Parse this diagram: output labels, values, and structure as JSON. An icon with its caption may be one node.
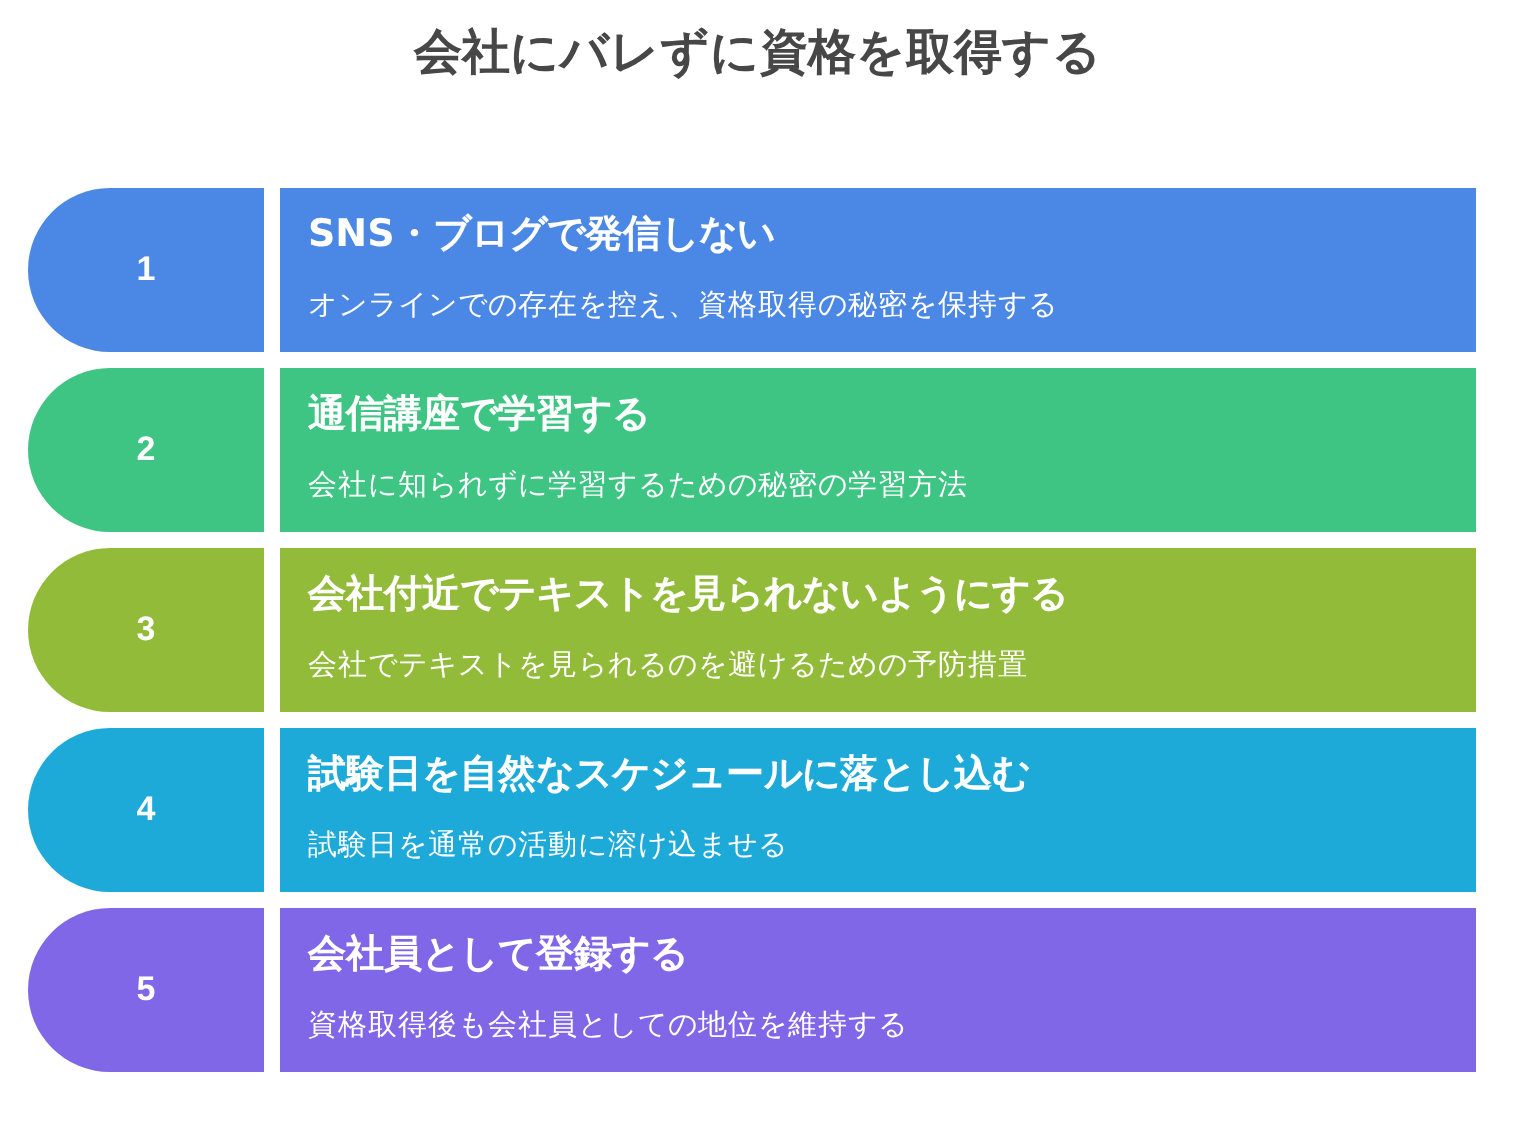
{
  "diagram": {
    "title": "会社にバレずに資格を取得する",
    "nodes": [
      {
        "text": [
          "1"
        ]
      },
      {
        "text": [
          "SNS・ブログで発信しない",
          "オンラインでの存在を控え、資格取得の秘密を保持する"
        ]
      },
      {
        "text": [
          "2"
        ]
      },
      {
        "text": [
          "通信講座で学習する",
          "会社に知られずに学習するための秘密の学習方法"
        ]
      },
      {
        "text": [
          "3"
        ]
      },
      {
        "text": [
          "会社付近でテキストを見られないようにする",
          "会社でテキストを見られるのを避けるための予防措置"
        ]
      },
      {
        "text": [
          "4"
        ]
      },
      {
        "text": [
          "試験日を自然なスケジュールに落とし込む",
          "試験日を通常の活動に溶け込ませる"
        ]
      },
      {
        "text": [
          "5"
        ]
      },
      {
        "text": [
          "会社員として登録する",
          "資格取得後も会社員としての地位を維持する"
        ]
      }
    ]
  }
}
